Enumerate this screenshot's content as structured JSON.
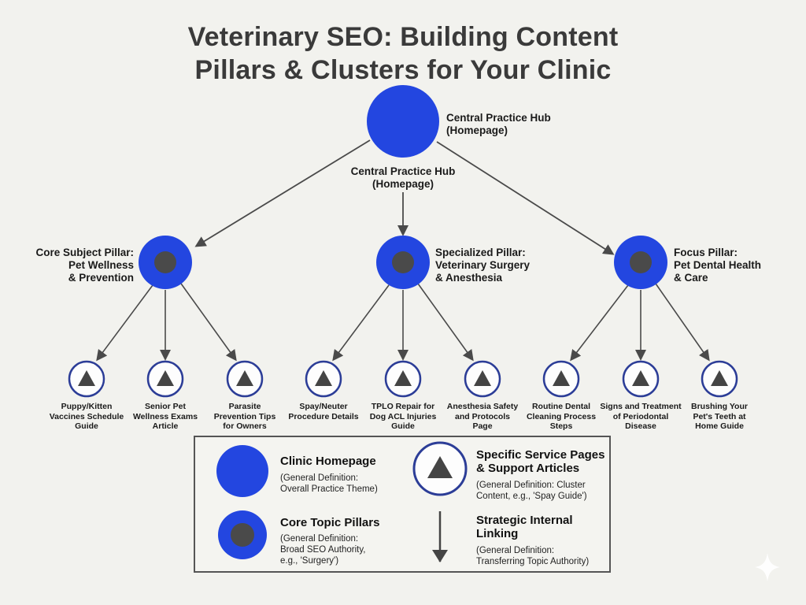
{
  "title_line1": "Veterinary SEO: Building Content",
  "title_line2": "Pillars & Clusters for Your Clinic",
  "hub": {
    "label_line1": "Central Practice Hub",
    "label_line2": "(Homepage)",
    "arrow_label_line1": "Central Practice Hub",
    "arrow_label_line2": "(Homepage)"
  },
  "pillars": [
    {
      "line1": "Core Subject Pillar:",
      "line2": "Pet Wellness",
      "line3": "& Prevention"
    },
    {
      "line1": "Specialized Pillar:",
      "line2": "Veterinary Surgery",
      "line3": "& Anesthesia"
    },
    {
      "line1": "Focus Pillar:",
      "line2": "Pet Dental Health",
      "line3": "& Care"
    }
  ],
  "clusters": [
    {
      "line1": "Puppy/Kitten",
      "line2": "Vaccines Schedule",
      "line3": "Guide"
    },
    {
      "line1": "Senior Pet",
      "line2": "Wellness Exams",
      "line3": "Article"
    },
    {
      "line1": "Parasite",
      "line2": "Prevention Tips",
      "line3": "for Owners"
    },
    {
      "line1": "Spay/Neuter",
      "line2": "Procedure Details",
      "line3": ""
    },
    {
      "line1": "TPLO Repair for",
      "line2": "Dog ACL Injuries",
      "line3": "Guide"
    },
    {
      "line1": "Anesthesia Safety",
      "line2": "and Protocols",
      "line3": "Page"
    },
    {
      "line1": "Routine Dental",
      "line2": "Cleaning Process",
      "line3": "Steps"
    },
    {
      "line1": "Signs and Treatment",
      "line2": "of Periodontal",
      "line3": "Disease"
    },
    {
      "line1": "Brushing Your",
      "line2": "Pet's Teeth at",
      "line3": "Home Guide"
    }
  ],
  "legend": {
    "homepage": {
      "title": "Clinic Homepage",
      "def1": "(General Definition:",
      "def2": "Overall Practice Theme)"
    },
    "pillars": {
      "title": "Core Topic Pillars",
      "def1": "(General Definition:",
      "def2": "Broad SEO Authority,",
      "def3": "e.g., 'Surgery')"
    },
    "service": {
      "title1": "Specific Service Pages",
      "title2": "& Support Articles",
      "def1": "(General Definition: Cluster",
      "def2": "Content, e.g., 'Spay Guide')"
    },
    "linking": {
      "title1": "Strategic Internal",
      "title2": "Linking",
      "def1": "(General Definition:",
      "def2": "Transferring Topic Authority)"
    }
  },
  "colors": {
    "blue": "#2346e0",
    "dark_core": "#4a4a4a",
    "arrow": "#4a4a4a",
    "navy_ring": "#2c3d97",
    "background": "#f2f2ee"
  },
  "icons": {
    "sparkle": "sparkle-icon",
    "triangle": "triangle-icon"
  }
}
